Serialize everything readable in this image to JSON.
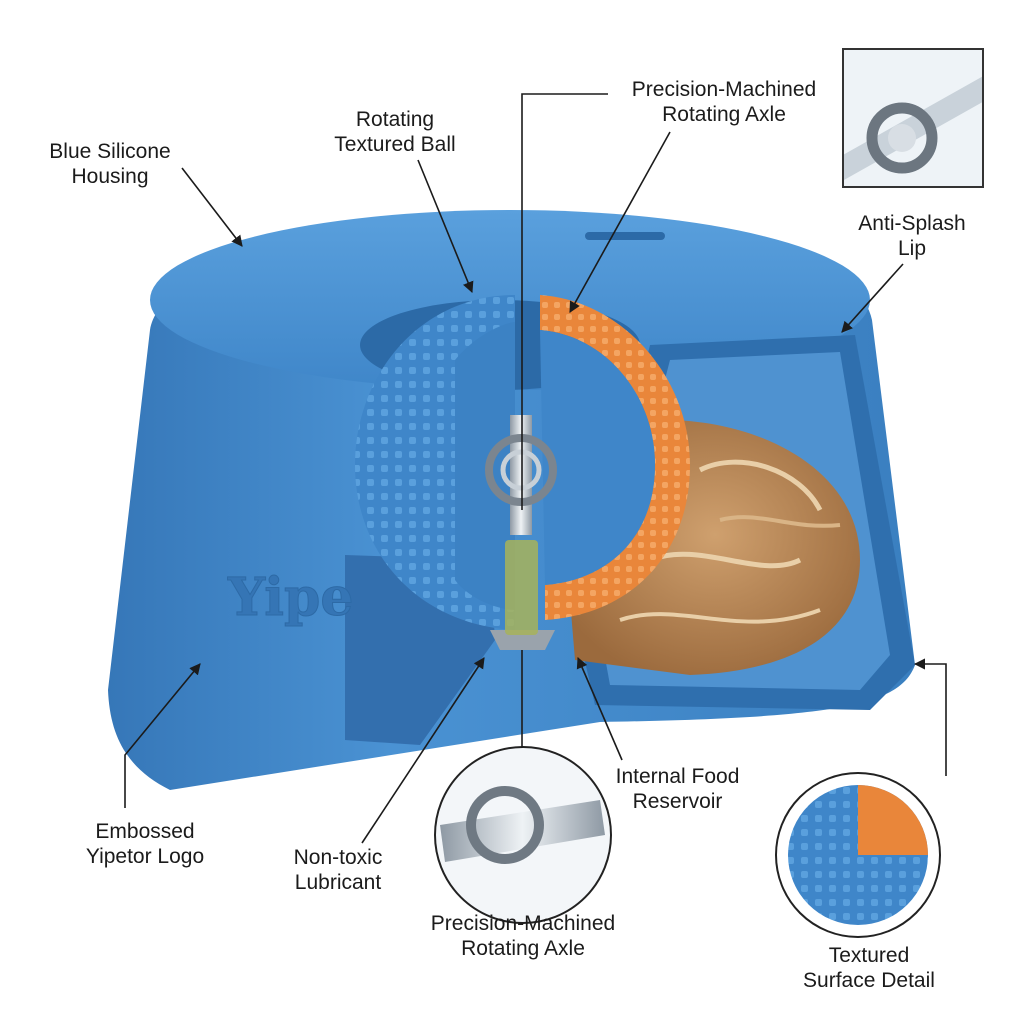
{
  "labels": {
    "housing": [
      "Blue Silicone",
      "Housing"
    ],
    "ball": [
      "Rotating",
      "Textured Ball"
    ],
    "axle_top": [
      "Precision-Machined",
      "Rotating Axle"
    ],
    "lip": [
      "Anti-Splash",
      "Lip"
    ],
    "logo_label": [
      "Embossed",
      "Yipetor Logo"
    ],
    "lubricant": [
      "Non-toxic",
      "Lubricant"
    ],
    "axle_bottom": [
      "Precision-Machined",
      "Rotating Axle"
    ],
    "reservoir": [
      "Internal Food",
      "Reservoir"
    ],
    "texture": [
      "Textured",
      "Surface Detail"
    ]
  },
  "embossed_text": "Yipe",
  "colors": {
    "housing_blue": "#3f86c9",
    "housing_dark": "#2f6fae",
    "ball_orange": "#e9863a",
    "food": "#b98552",
    "steel": "#b9c2cb",
    "lubricant": "#a7b35a"
  },
  "icons": [
    "bearing-icon",
    "axle-icon",
    "ball-icon"
  ]
}
